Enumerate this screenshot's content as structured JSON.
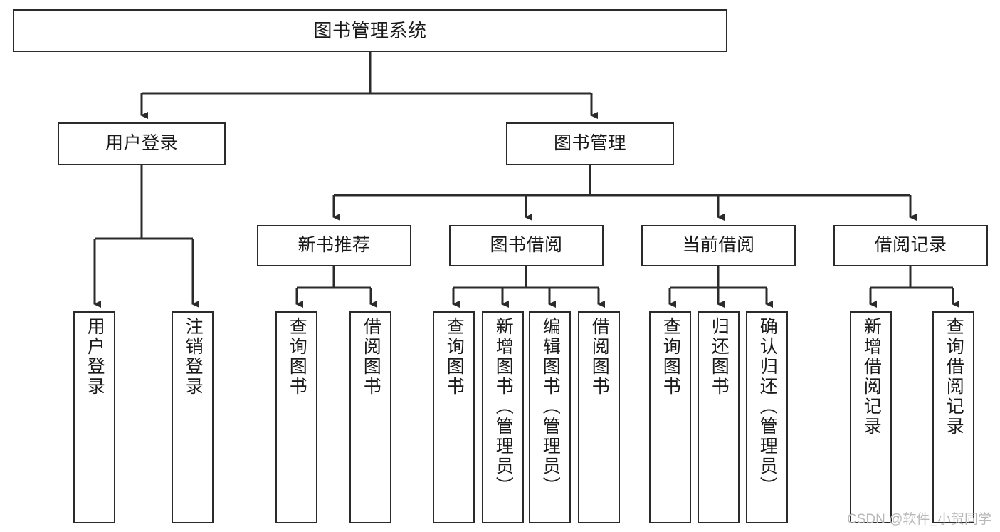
{
  "diagram": {
    "type": "tree",
    "title": "图书管理系统",
    "colors": {
      "stroke": "#2b2b2b",
      "fill": "#ffffff",
      "text": "#1a1a1a",
      "watermark": "#b9b9b9"
    },
    "root": {
      "label": "图书管理系统"
    },
    "level1": [
      {
        "label": "用户登录"
      },
      {
        "label": "图书管理"
      }
    ],
    "level2": [
      {
        "label": "新书推荐"
      },
      {
        "label": "图书借阅"
      },
      {
        "label": "当前借阅"
      },
      {
        "label": "借阅记录"
      }
    ],
    "leaves": {
      "user_login": [
        {
          "label": "用户登录"
        },
        {
          "label": "注销登录"
        }
      ],
      "new_book_recommend": [
        {
          "label": "查询图书"
        },
        {
          "label": "借阅图书"
        }
      ],
      "book_borrow": [
        {
          "label": "查询图书"
        },
        {
          "label": "新增图书（管理员）"
        },
        {
          "label": "编辑图书（管理员）"
        },
        {
          "label": "借阅图书"
        }
      ],
      "current_borrow": [
        {
          "label": "查询图书"
        },
        {
          "label": "归还图书"
        },
        {
          "label": "确认归还（管理员）"
        }
      ],
      "borrow_record": [
        {
          "label": "新增借阅记录"
        },
        {
          "label": "查询借阅记录"
        }
      ]
    }
  },
  "watermark": {
    "text": "CSDN @软件_小贺同学"
  }
}
